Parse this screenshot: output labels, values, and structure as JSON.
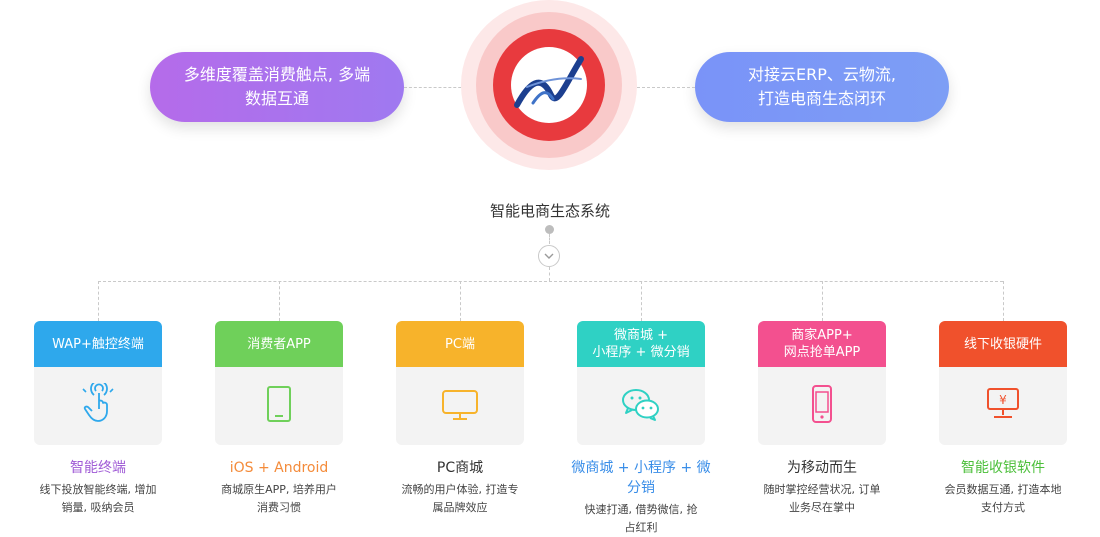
{
  "left_pill": {
    "text": "多维度覆盖消费触点, 多端\n数据互通"
  },
  "right_pill": {
    "text": "对接云ERP、云物流,\n打造电商生态闭环"
  },
  "hub": {
    "title": "智能电商生态系统"
  },
  "colors": {
    "purple": "#ad6de8",
    "blue": "#7b97f7",
    "logo_red": "#e83a3e",
    "wap": "#2ea8ec",
    "consumer": "#6fd05a",
    "pc": "#f7b32b",
    "mini": "#2fd1c4",
    "merchant": "#f3508f",
    "hardware": "#f0512c"
  },
  "cards": [
    {
      "head": "WAP+触控终端",
      "icon": "touch-hand-icon",
      "color": "#2ea8ec",
      "title": "智能终端",
      "title_color": "#a05bd6",
      "desc": "线下投放智能终端, 增加\n销量, 吸纳会员"
    },
    {
      "head": "消费者APP",
      "icon": "tablet-icon",
      "color": "#6fd05a",
      "title": "iOS + Android",
      "title_color": "#f48b3a",
      "desc": "商城原生APP, 培养用户\n消费习惯"
    },
    {
      "head": "PC端",
      "icon": "monitor-icon",
      "color": "#f7b32b",
      "title": "PC商城",
      "title_color": "#333333",
      "desc": "流畅的用户体验, 打造专\n属品牌效应"
    },
    {
      "head": "微商城 +\n小程序 + 微分销",
      "icon": "wechat-icon",
      "color": "#2fd1c4",
      "title": "微商城 + 小程序 + 微分销",
      "title_color": "#3a8ee8",
      "desc": "快速打通, 借势微信, 抢\n占红利"
    },
    {
      "head": "商家APP+\n网点抢单APP",
      "icon": "phone-icon",
      "color": "#f3508f",
      "title": "为移动而生",
      "title_color": "#333333",
      "desc": "随时掌控经营状况, 订单\n业务尽在掌中"
    },
    {
      "head": "线下收银硬件",
      "icon": "cash-register-icon",
      "color": "#f0512c",
      "title": "智能收银软件",
      "title_color": "#4bbf3a",
      "desc": "会员数据互通, 打造本地\n支付方式"
    }
  ]
}
